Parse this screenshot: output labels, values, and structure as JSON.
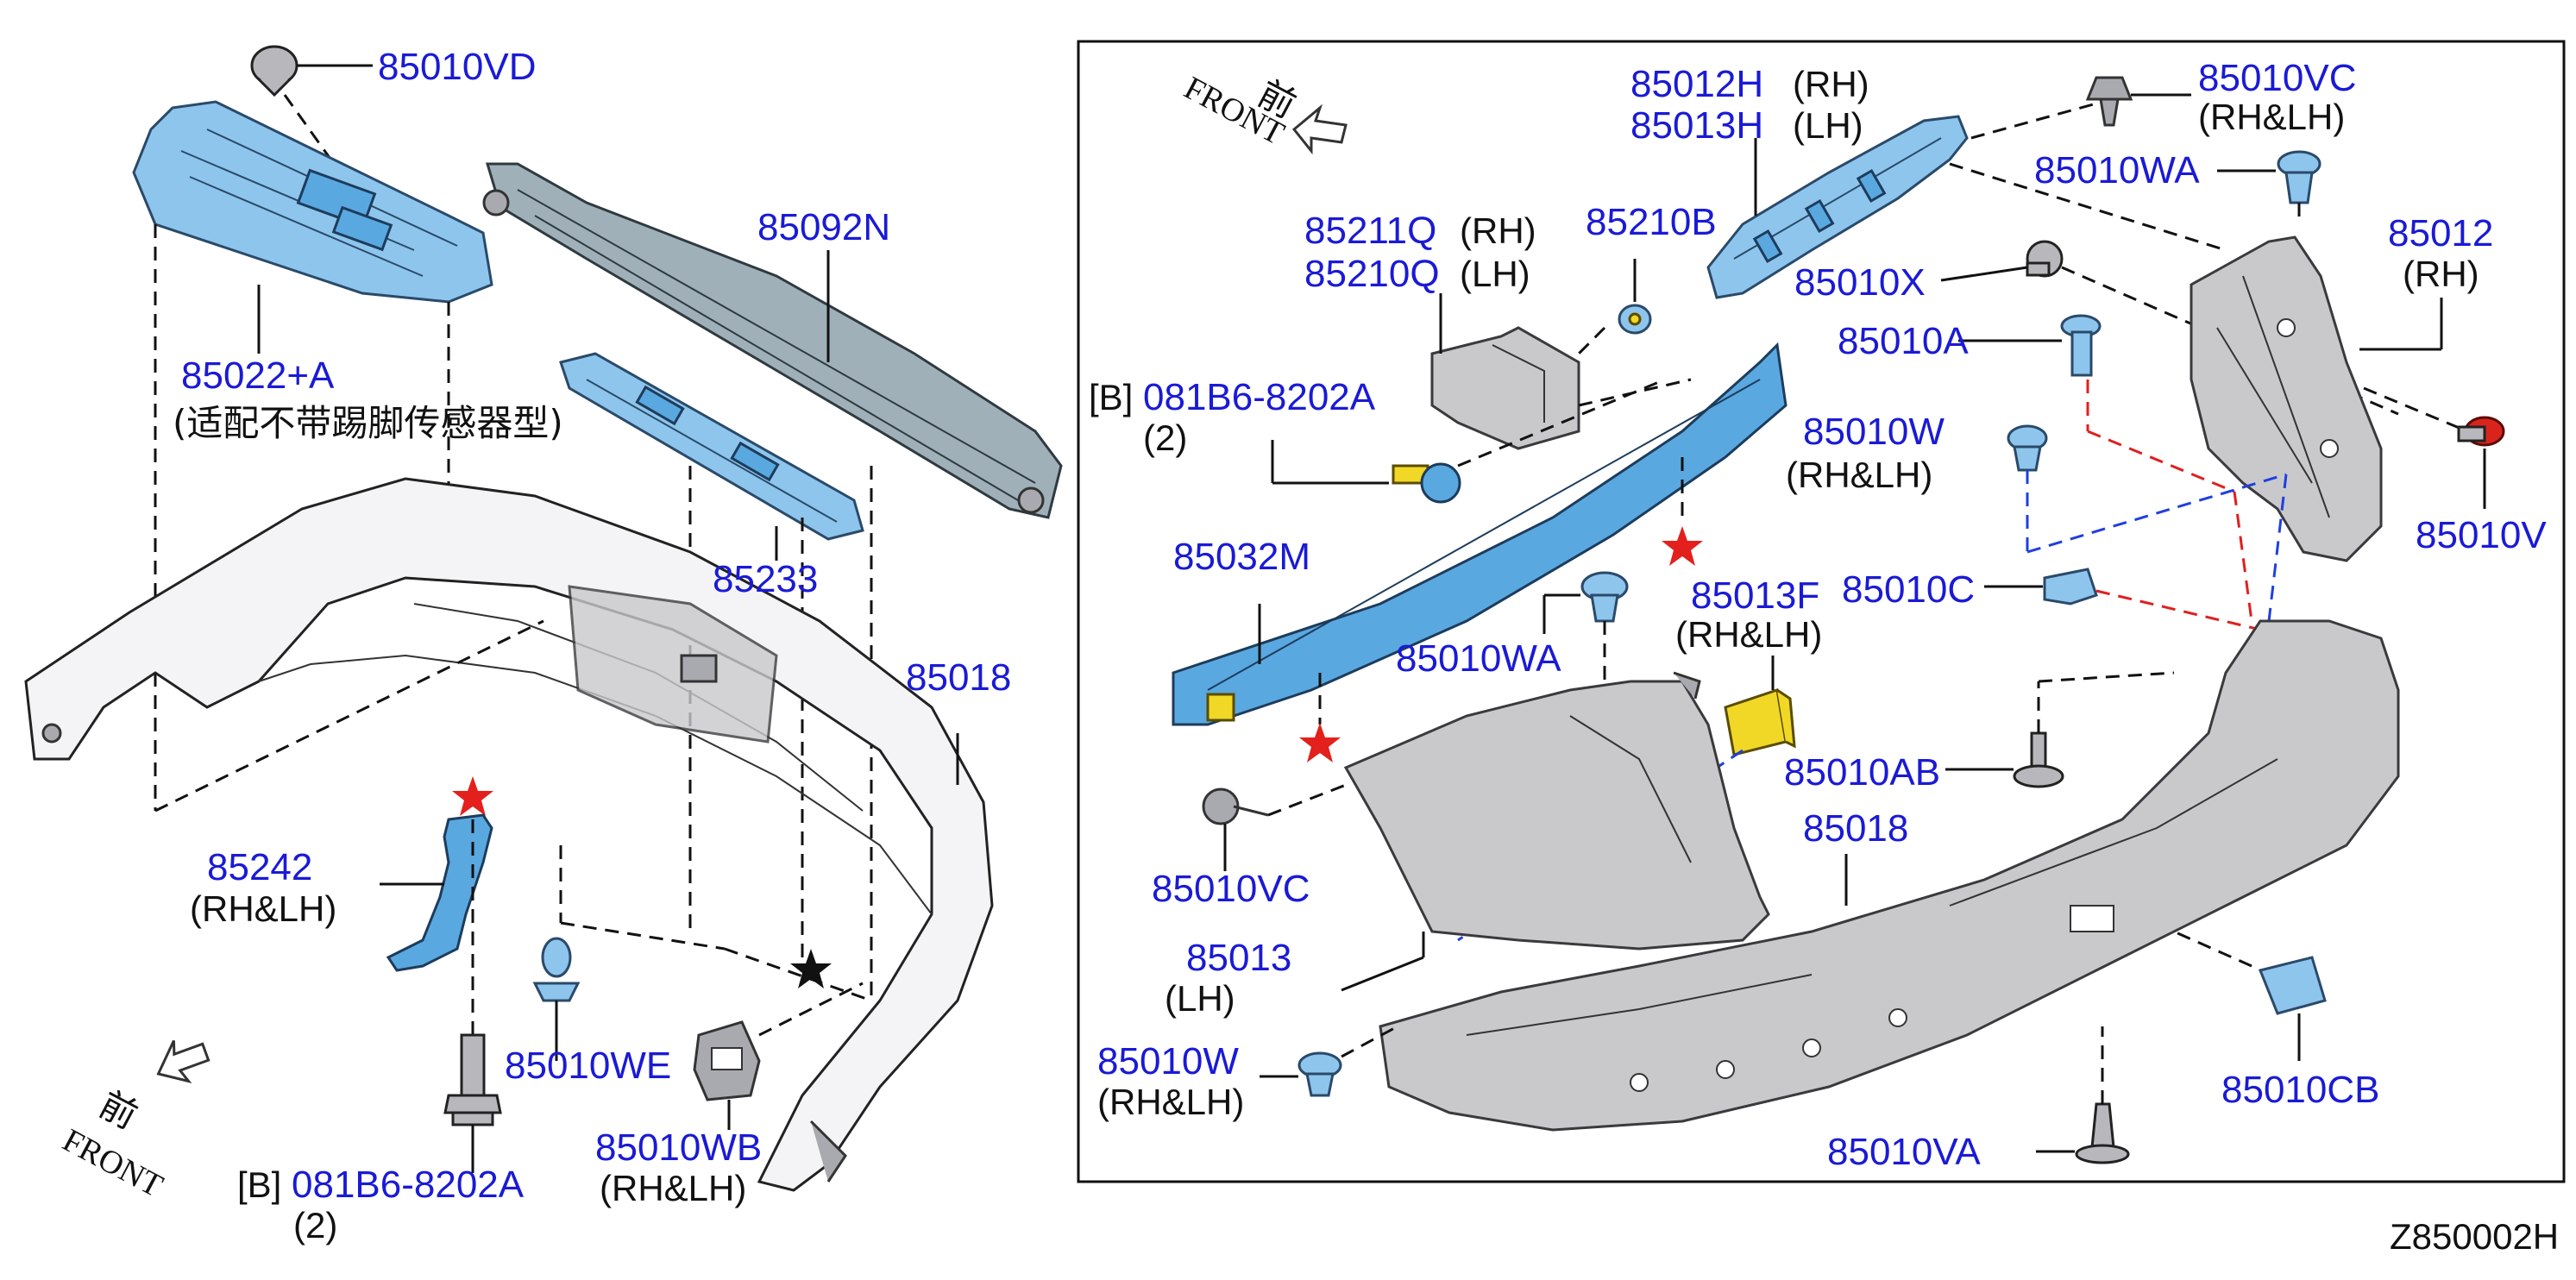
{
  "diagram_id": "Z850002H",
  "front_label_cn": "前",
  "front_label_en": "FRONT",
  "left_panel": {
    "p_85010VD": "85010VD",
    "p_85092N": "85092N",
    "p_85022A": "85022+A",
    "p_85022A_note": "(适配不带踢脚传感器型)",
    "p_85233": "85233",
    "p_85018": "85018",
    "p_85242": "85242",
    "p_85242_side": "(RH&LH)",
    "p_85010WE": "85010WE",
    "p_85010WB": "85010WB",
    "p_85010WB_side": "(RH&LH)",
    "p_bolt_prefix": "[B]",
    "p_bolt": "081B6-8202A",
    "p_bolt_qty": "(2)"
  },
  "right_panel": {
    "p_85012H": "85012H",
    "p_85012H_side": "(RH)",
    "p_85013H": "85013H",
    "p_85013H_side": "(LH)",
    "p_85010VC_top": "85010VC",
    "p_85010VC_top_side": "(RH&LH)",
    "p_85010WA_top": "85010WA",
    "p_85211Q": "85211Q",
    "p_85211Q_side": "(RH)",
    "p_85210Q": "85210Q",
    "p_85210Q_side": "(LH)",
    "p_85210B": "85210B",
    "p_85012": "85012",
    "p_85012_side": "(RH)",
    "p_85010X": "85010X",
    "p_85010A": "85010A",
    "p_bolt_prefix": "[B]",
    "p_bolt": "081B6-8202A",
    "p_bolt_qty": "(2)",
    "p_85010W_top": "85010W",
    "p_85010W_top_side": "(RH&LH)",
    "p_85010V": "85010V",
    "p_85032M": "85032M",
    "p_85010C": "85010C",
    "p_85013F": "85013F",
    "p_85013F_side": "(RH&LH)",
    "p_85010WA_mid": "85010WA",
    "p_85010AB": "85010AB",
    "p_85018": "85018",
    "p_85010VC_left": "85010VC",
    "p_85013": "85013",
    "p_85013_side": "(LH)",
    "p_85010W_bottom": "85010W",
    "p_85010W_bottom_side": "(RH&LH)",
    "p_85010CB": "85010CB",
    "p_85010VA": "85010VA"
  }
}
